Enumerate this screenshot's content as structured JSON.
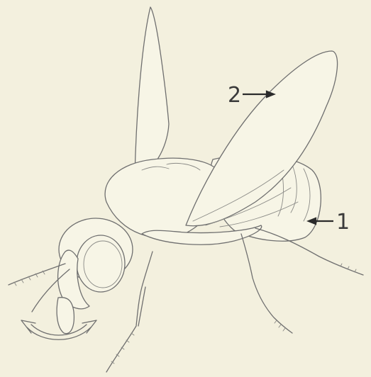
{
  "labels": {
    "one": "1",
    "two": "2"
  },
  "colors": {
    "background": "#f3f0de",
    "line": "#6f6f6f",
    "label": "#3a3a3a"
  },
  "icons": {
    "arrow_1": "left-arrow",
    "arrow_2": "right-arrow",
    "rotation": "double-headed-curved-arrow"
  }
}
